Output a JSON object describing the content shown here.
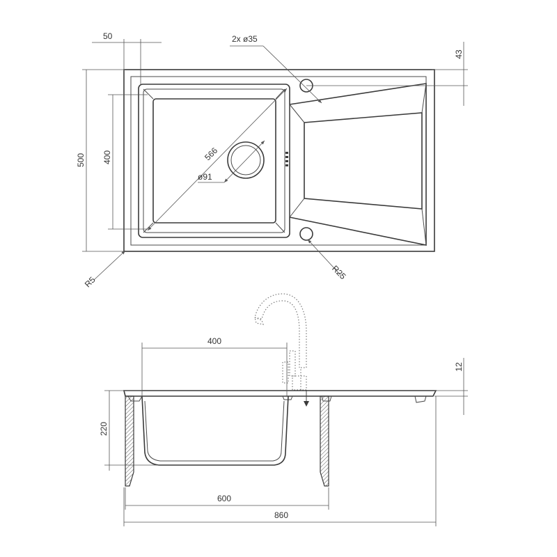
{
  "dimensions": {
    "top_offset": "50",
    "holes": "2x ø35",
    "top_margin": "43",
    "overall_depth": "500",
    "bowl_depth_top": "400",
    "diagonal": "566",
    "drain": "ø91",
    "corner_small": "R5",
    "corner_large": "R25",
    "bowl_width_side": "400",
    "rim_thickness": "12",
    "bowl_height": "220",
    "cabinet_width": "600",
    "overall_width": "860"
  },
  "colors": {
    "line": "#3a3a3a",
    "dimension": "#555555",
    "faucet": "#7a7a7a",
    "background": "#ffffff"
  }
}
